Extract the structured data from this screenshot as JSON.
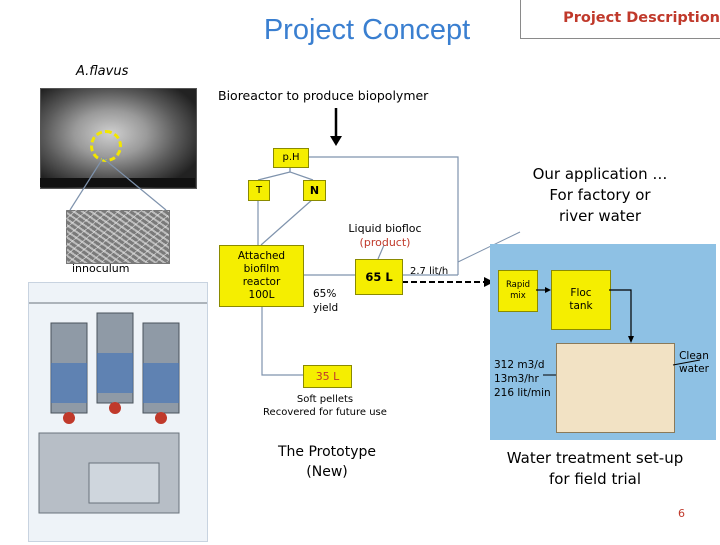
{
  "header": {
    "title": "Project Concept",
    "section": "Project Description"
  },
  "organism": {
    "name": "A.flavus",
    "inoculum_label": "innoculum"
  },
  "bioreactor": {
    "caption": "Bioreactor  to  produce biopolymer",
    "controls": {
      "ph": "p.H",
      "t": "T",
      "n": "N"
    },
    "reactor_label": [
      "Attached",
      "biofilm",
      "reactor",
      "100L"
    ]
  },
  "product": {
    "label_line1": "Liquid biofloc",
    "label_line2": "(product)",
    "volume": "65 L",
    "yield": [
      "65%",
      "yield"
    ],
    "flow_rate": "2.7 lit/h"
  },
  "pellets": {
    "volume": "35 L",
    "caption": [
      "Soft pellets",
      "Recovered for future use"
    ]
  },
  "prototype": {
    "label": [
      "The Prototype",
      "(New)"
    ]
  },
  "application": {
    "text": [
      "Our application …",
      "For factory or",
      "river water"
    ]
  },
  "water_treatment": {
    "rapid_mix": [
      "Rapid",
      "mix"
    ],
    "floc_tank": [
      "Floc",
      "tank"
    ],
    "flow": [
      "312 m3/d",
      "13m3/hr",
      "216 lit/min"
    ],
    "clean_water": [
      "Clean",
      "water"
    ],
    "label": [
      "Water treatment set-up",
      "for field trial"
    ]
  },
  "page_number": "6",
  "colors": {
    "title": "#3a7fd0",
    "accent_red": "#c0392b",
    "yellow_box": "#f5ee00",
    "water_panel": "#8ec1e4",
    "settling_tank": "#f2e2c4"
  },
  "icons": [
    "arrow-down-icon",
    "arrow-right-icon",
    "dashed-arrow-icon"
  ]
}
